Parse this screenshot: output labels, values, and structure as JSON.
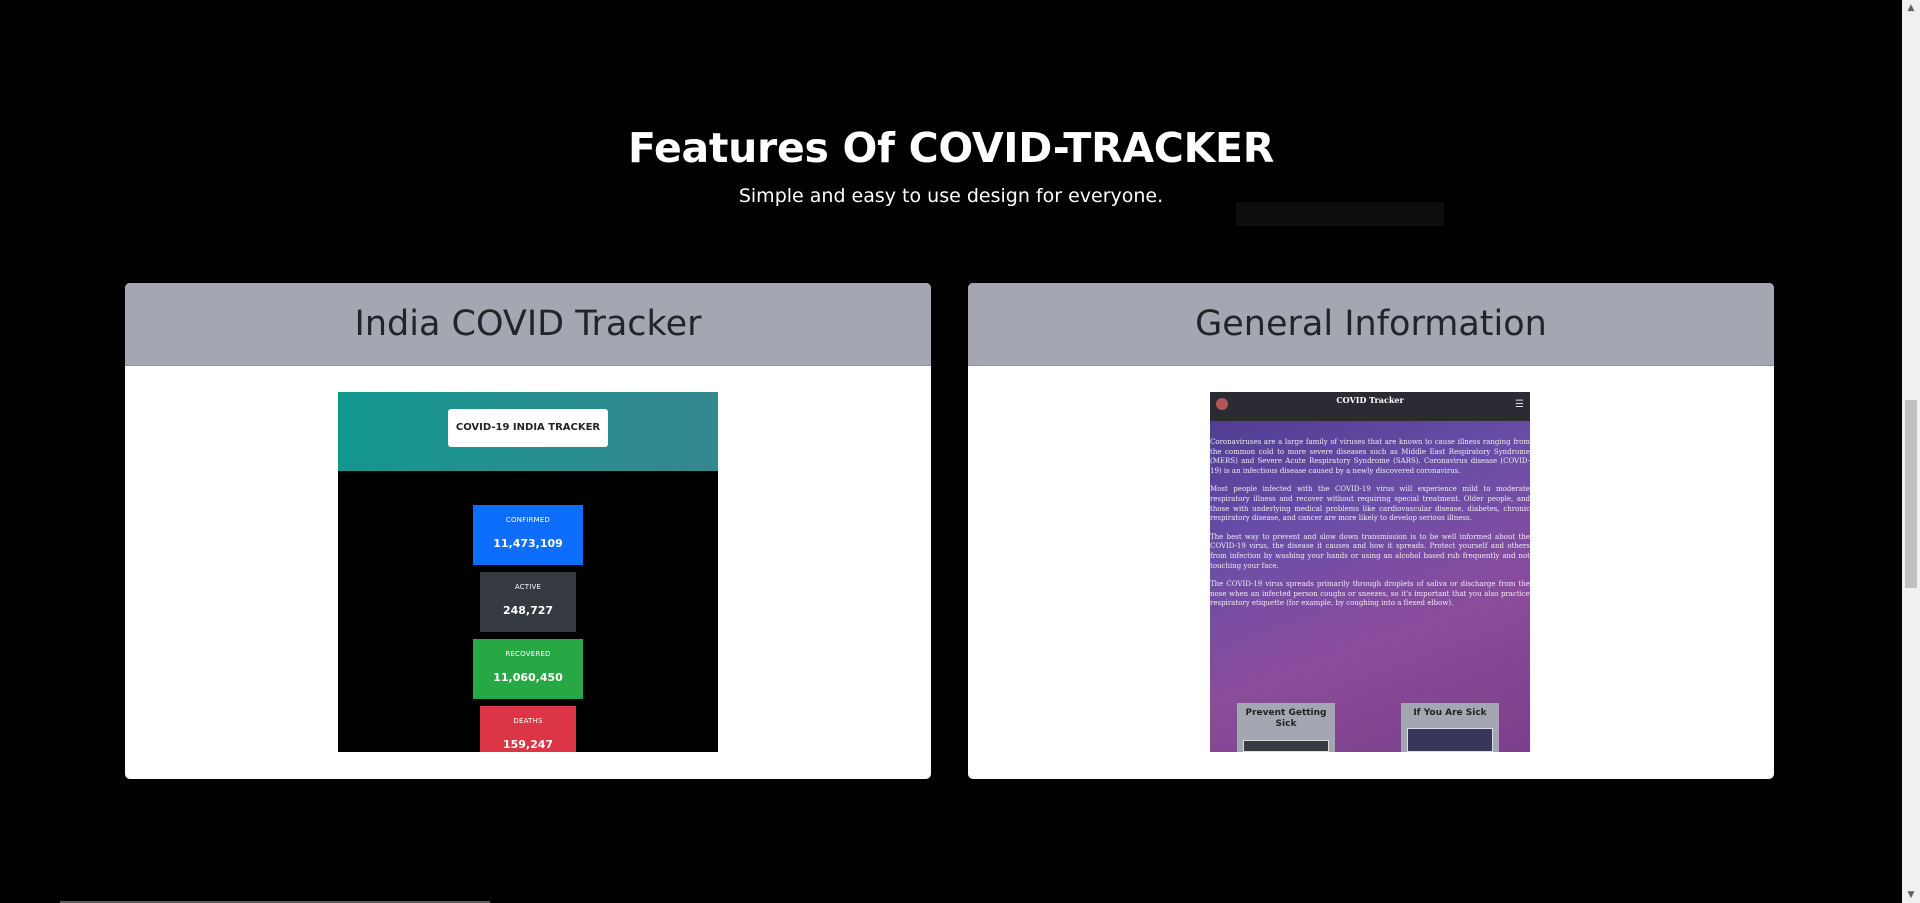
{
  "section": {
    "title": "Features Of COVID-TRACKER",
    "subtitle": "Simple and easy to use design for everyone."
  },
  "cards": [
    {
      "title": "India COVID Tracker",
      "screenshot": {
        "banner_button": "COVID-19 INDIA TRACKER",
        "stats": [
          {
            "label": "CONFIRMED",
            "value": "11,473,109",
            "color": "#0d6efd"
          },
          {
            "label": "ACTIVE",
            "value": "248,727",
            "color": "#343a40"
          },
          {
            "label": "RECOVERED",
            "value": "11,060,450",
            "color": "#28a745"
          },
          {
            "label": "DEATHS",
            "value": "159,247",
            "color": "#dc3545"
          }
        ]
      }
    },
    {
      "title": "General Information",
      "screenshot": {
        "brand": "COVID Tracker",
        "paragraphs": [
          "Coronaviruses are a large family of viruses that are known to cause illness ranging from the common cold to more severe diseases such as Middle East Respiratory Syndrome (MERS) and Severe Acute Respiratory Syndrome (SARS). Coronavirus disease (COVID-19) is an infectious disease caused by a newly discovered coronavirus.",
          "Most people infected with the COVID-19 virus will experience mild to moderate respiratory illness and recover without requiring special treatment. Older people, and those with underlying medical problems like cardiovascular disease, diabetes, chronic respiratory disease, and cancer are more likely to develop serious illness.",
          "The best way to prevent and slow down transmission is to be well informed about the COVID-19 virus, the disease it causes and how it spreads. Protect yourself and others from infection by washing your hands or using an alcohol based rub frequently and not touching your face.",
          "The COVID-19 virus spreads primarily through droplets of saliva or discharge from the nose when an infected person coughs or sneezes, so it's important that you also practice respiratory etiquette (for example, by coughing into a flexed elbow)."
        ],
        "mini_cards": [
          "Prevent Getting Sick",
          "If You Are Sick"
        ]
      }
    }
  ],
  "colors": {
    "background": "#000000",
    "card_header": "#a4a7b1",
    "card_body": "#ffffff"
  },
  "icons": {
    "scroll_up": "scroll-up-arrow-icon",
    "scroll_down": "scroll-down-arrow-icon",
    "menu": "hamburger-menu-icon"
  }
}
